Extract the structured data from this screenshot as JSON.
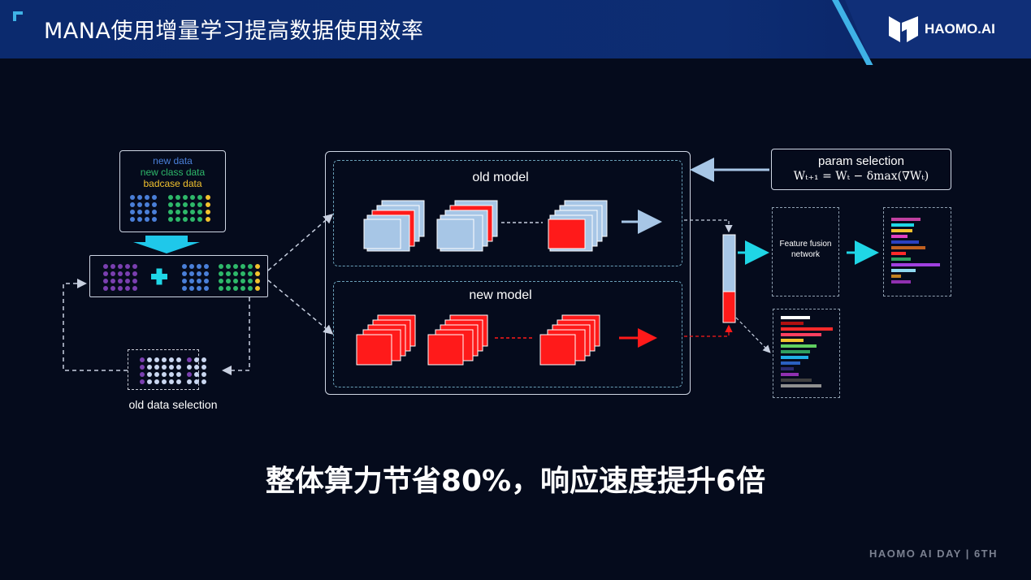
{
  "header": {
    "title": "MANA使用增量学习提高数据使用效率",
    "logo_text": "HAOMO.AI"
  },
  "legend": {
    "new_data": "new data",
    "new_class_data": "new class data",
    "badcase_data": "badcase data"
  },
  "models": {
    "old_model": "old model",
    "new_model": "new model"
  },
  "param_selection": {
    "label": "param selection",
    "formula": "Wₜ₊₁ = Wₜ − δmax(∇Wₜ)"
  },
  "feature_fusion": "Feature fusion network",
  "old_data_selection": "old data selection",
  "summary": "整体算力节省80%，响应速度提升6倍",
  "footer": "HAOMO AI DAY | 6TH",
  "colors": {
    "new_data": "#4a7fd8",
    "new_class_data": "#2eb86a",
    "badcase_data": "#f2c22e",
    "old_data": "#7a3fb0",
    "old_model_block": "#a7c6e6",
    "new_model_block": "#ff1a1a",
    "arrow_cyan": "#1fd6e6",
    "accent": "#3fb2e6"
  }
}
